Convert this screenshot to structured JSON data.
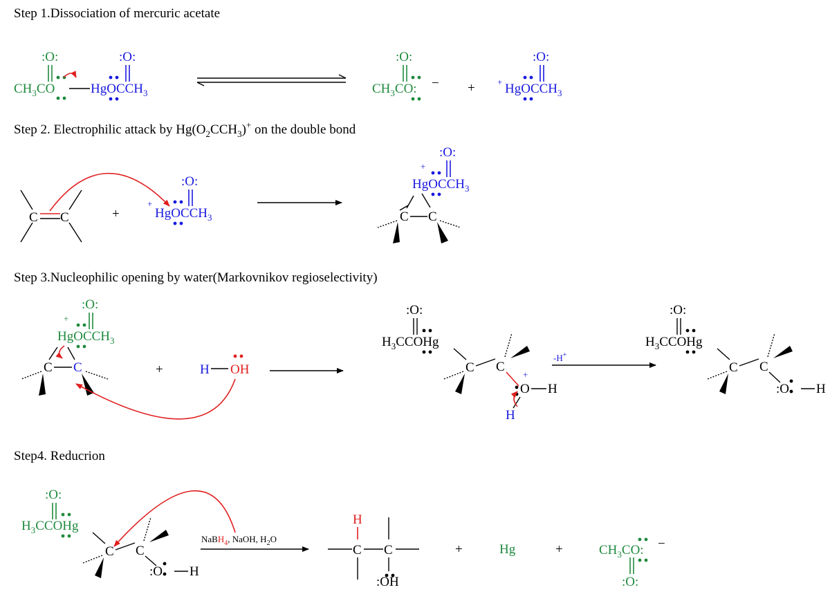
{
  "colors": {
    "green": "#1f8a3e",
    "blue": "#1a1adf",
    "red": "#e01f1f",
    "black": "#000000"
  },
  "step1": {
    "title": "Step 1.Dissociation of mercuric acetate",
    "carbonyl_o": ":O:",
    "left_acetyl": "CH",
    "left_acetyl_sub": "3",
    "left_acetyl_rest": "CO",
    "hg_part": "HgOCCH",
    "hg_part_sub": "3",
    "product_acetate": "CH",
    "product_acetate_sub": "3",
    "product_acetate_rest": "CO:",
    "minus": "−",
    "plus_sign": "+",
    "cation_charge": "+",
    "cation": "HgOCCH",
    "cation_sub": "3"
  },
  "step2": {
    "title_a": "Step 2. Electrophilic attack by Hg(O",
    "title_sub2": "2",
    "title_b": "CCH",
    "title_sub3": "3",
    "title_c": ")",
    "title_sup": "+",
    "title_d": " on the double bond",
    "alkene_c": "C",
    "plus_sign": "+",
    "cation_charge": "+",
    "cation": "HgOCCH",
    "cation_sub": "3",
    "carbonyl_o": ":O:",
    "bridge_hg": "HgOCCH",
    "bridge_sub": "3"
  },
  "step3": {
    "title": "Step 3.Nucleophilic opening by water(Markovnikov regioselectivity)",
    "carbonyl_o": ":O:",
    "charge": "+",
    "bridge_hg": "HgOCCH",
    "bridge_sub": "3",
    "c": "C",
    "plus_sign": "+",
    "water_h": "H",
    "water_o": "OH",
    "inter_prefix": "H",
    "inter_sub": "3",
    "inter_rest": "CCOHg",
    "oxonium_o": "O",
    "oxonium_h": "H",
    "proton_h": "H",
    "deprotonation": "-H",
    "deprotonation_sup": "+",
    "product_o": ":O",
    "product_h": "H"
  },
  "step4": {
    "title": "Step4. Reducrion",
    "reagents_a": "NaB",
    "reagents_h": "H",
    "reagents_sub4": "4",
    "reagents_b": ", NaOH, H",
    "reagents_sub2": "2",
    "reagents_c": "O",
    "new_h": "H",
    "oh": ":OH",
    "plus_sign": "+",
    "hg_metal": "Hg",
    "acetate_prefix": "CH",
    "acetate_sub": "3",
    "acetate_rest": "CO:",
    "minus": "−",
    "carbonyl_o": ":O:"
  }
}
